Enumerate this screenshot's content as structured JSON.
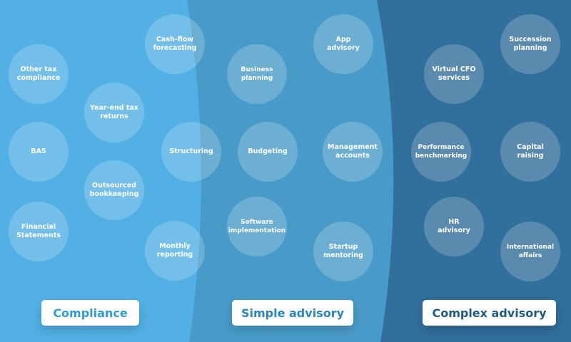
{
  "colors": {
    "compliance_bg": "#52b0e5",
    "simple_bg": "#489bc9",
    "complex_bg": "#316f9c",
    "compliance_text": "#2a9ddd",
    "simple_text": "#2886c2",
    "complex_text": "#1d5a8a"
  },
  "bubbles": [
    {
      "label": "Other tax compliance",
      "category": "compliance"
    },
    {
      "label": "Year-end tax returns",
      "category": "compliance"
    },
    {
      "label": "BAS",
      "category": "compliance"
    },
    {
      "label": "Outsourced bookkeeping",
      "category": "compliance"
    },
    {
      "label": "Financial Statements",
      "category": "compliance"
    },
    {
      "label": "Cash-flow forecasting",
      "category": "compliance"
    },
    {
      "label": "Structuring",
      "category": "compliance"
    },
    {
      "label": "Monthly reporting",
      "category": "compliance"
    },
    {
      "label": "Business planning",
      "category": "simple"
    },
    {
      "label": "Budgeting",
      "category": "simple"
    },
    {
      "label": "Software implementation",
      "category": "simple"
    },
    {
      "label": "App advisory",
      "category": "simple"
    },
    {
      "label": "Management accounts",
      "category": "simple"
    },
    {
      "label": "Startup mentoring",
      "category": "simple"
    },
    {
      "label": "Virtual CFO services",
      "category": "complex"
    },
    {
      "label": "Succession planning",
      "category": "complex"
    },
    {
      "label": "Performance benchmarking",
      "category": "complex"
    },
    {
      "label": "Capital raising",
      "category": "complex"
    },
    {
      "label": "HR advisory",
      "category": "complex"
    },
    {
      "label": "International affairs",
      "category": "complex"
    }
  ],
  "categories": {
    "compliance": "Compliance",
    "simple": "Simple advisory",
    "complex": "Complex advisory"
  }
}
